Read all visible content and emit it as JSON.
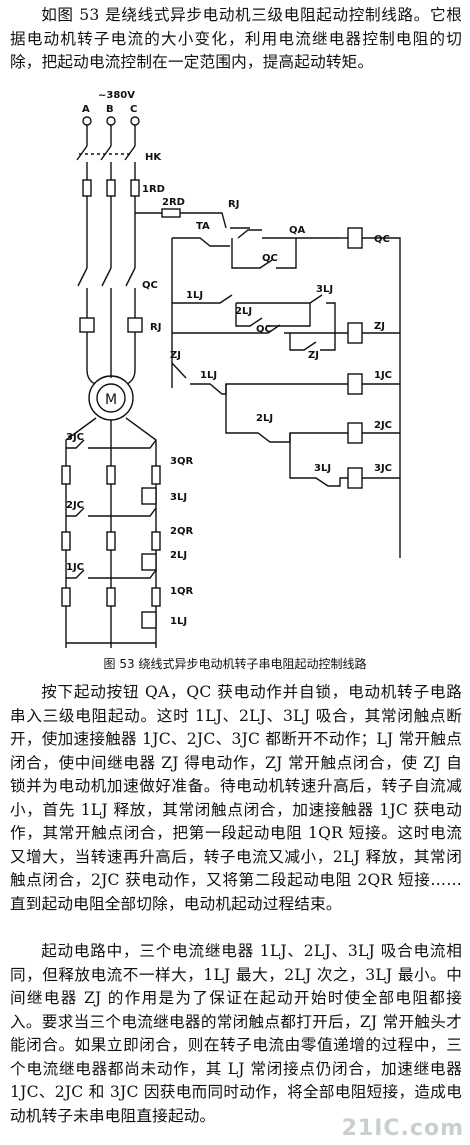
{
  "intro": {
    "text": "如图 53 是绕线式异步电动机三级电阻起动控制线路。它根据电动机转子电流的大小变化，利用电流继电器控制电阻的切除，把起动电流控制在一定范围内，提高起动转矩。"
  },
  "figure": {
    "caption": "图 53   绕线式异步电动机转子串电阻起动控制线路",
    "labels": {
      "voltage": "~380V",
      "phase_a": "A",
      "phase_b": "B",
      "phase_c": "C",
      "hk": "HK",
      "rd1": "1RD",
      "rd2": "2RD",
      "rj_top": "RJ",
      "ta": "TA",
      "qa": "QA",
      "qc_coil": "QC",
      "qc_contact": "QC",
      "qc_main": "QC",
      "rj_main": "RJ",
      "lj1": "1LJ",
      "lj2": "2LJ",
      "lj3": "3LJ",
      "qc_seal": "QC",
      "zj_coil": "ZJ",
      "zj_contact": "ZJ",
      "zj_left": "ZJ",
      "lj1_b": "1LJ",
      "jc1_coil": "1JC",
      "lj2_b": "2LJ",
      "jc2_coil": "2JC",
      "lj3_b": "3LJ",
      "jc3_coil": "3JC",
      "motor": "M",
      "jc3_rotor": "3JC",
      "jc2_rotor": "2JC",
      "jc1_rotor": "1JC",
      "qr3": "3QR",
      "lj3_rotor": "3LJ",
      "qr2": "2QR",
      "lj2_rotor": "2LJ",
      "qr1": "1QR",
      "lj1_rotor": "1LJ"
    }
  },
  "para2": {
    "text": "按下起动按钮 QA，QC 获电动作并自锁，电动机转子电路串入三级电阻起动。这时 1LJ、2LJ、3LJ 吸合，其常闭触点断开，使加速接触器 1JC、2JC、3JC 都断开不动作；LJ 常开触点闭合，使中间继电器 ZJ 得电动作，ZJ 常开触点闭合，使 ZJ 自锁并为电动机加速做好准备。待电动机转速升高后，转子自流减小，首先 1LJ 释放，其常闭触点闭合，加速接触器 1JC 获电动作，其常开触点闭合，把第一段起动电阻 1QR 短接。这时电流又增大，当转速再升高后，转子电流又减小，2LJ 释放，其常闭触点闭合，2JC 获电动作，又将第二段起动电阻 2QR 短接……直到起动电阻全部切除，电动机起动过程结束。"
  },
  "para3": {
    "text": "起动电路中，三个电流继电器 1LJ、2LJ、3LJ 吸合电流相同，但释放电流不一样大，1LJ 最大，2LJ 次之，3LJ 最小。中间继电器 ZJ 的作用是为了保证在起动开始时使全部电阻都接入。要求当三个电流继电器的常闭触点都打开后，ZJ 常开触头才能闭合。如果立即闭合，则在转子电流由零值递增的过程中，三个电流继电器都尚未动作，其 LJ 常闭接点仍闭合，加速继电器 1JC、2JC 和 3JC 因获电而同时动作，将全部电阻短接，造成电动机转子未串电阻直接起动。"
  },
  "watermark": "21IC.com"
}
